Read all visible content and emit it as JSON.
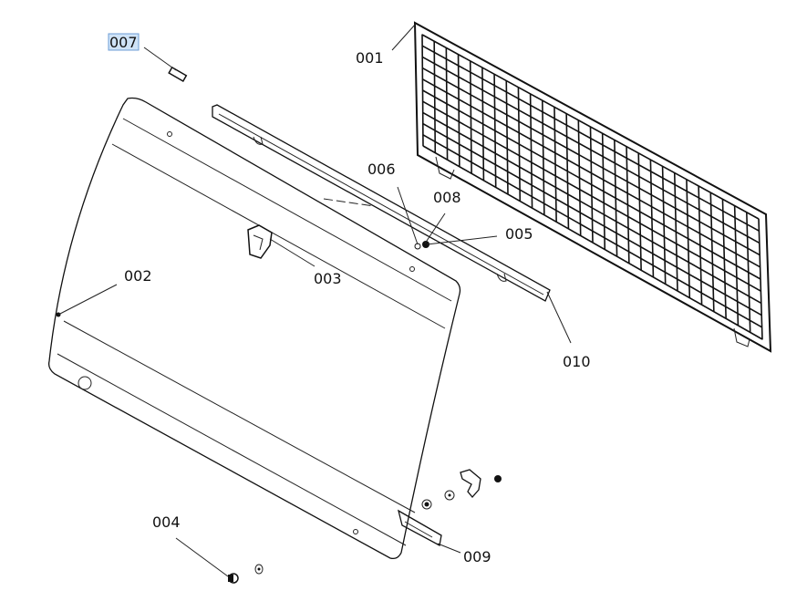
{
  "diagram": {
    "selected_label": "007",
    "highlight_color": "#cfe3f7",
    "highlight_border": "#6d9ed6",
    "grid": {
      "columns": 28,
      "rows": 10
    },
    "parts": [
      {
        "id": "001"
      },
      {
        "id": "002"
      },
      {
        "id": "003"
      },
      {
        "id": "004"
      },
      {
        "id": "005"
      },
      {
        "id": "006"
      },
      {
        "id": "007"
      },
      {
        "id": "008"
      },
      {
        "id": "009"
      },
      {
        "id": "010"
      }
    ]
  }
}
